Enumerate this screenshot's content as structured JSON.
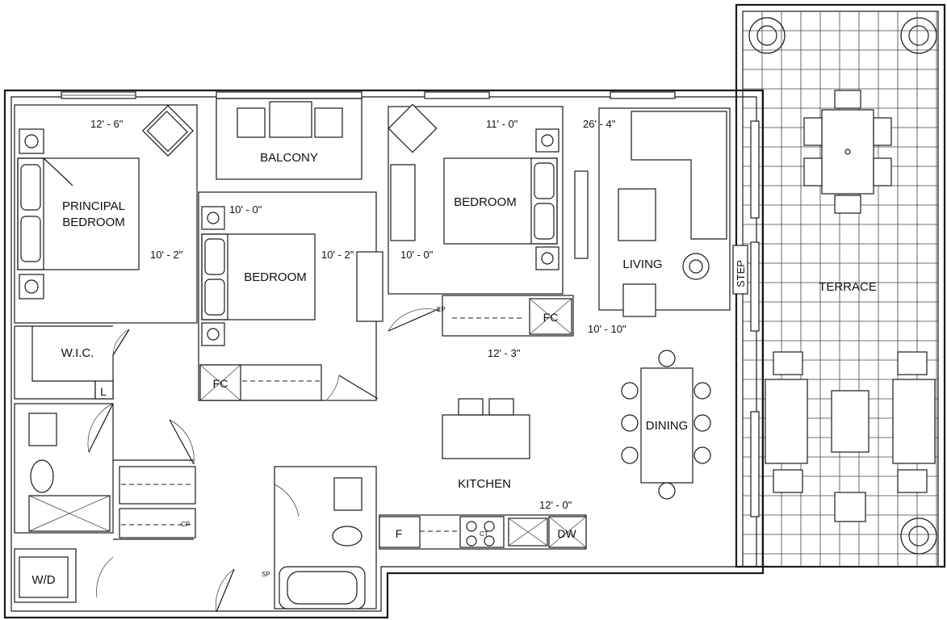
{
  "rooms": {
    "principal_bedroom_line1": "PRINCIPAL",
    "principal_bedroom_line2": "BEDROOM",
    "balcony": "BALCONY",
    "bedroom_mid": "BEDROOM",
    "bedroom_top": "BEDROOM",
    "living": "LIVING",
    "terrace": "TERRACE",
    "dining": "DINING",
    "kitchen": "KITCHEN",
    "wic": "W.I.C.",
    "wd": "W/D",
    "step": "STEP"
  },
  "dimensions": {
    "principal_width": "12' - 6\"",
    "principal_depth": "10' - 2\"",
    "bedroom_mid_width": "10' - 0\"",
    "bedroom_mid_depth": "10' - 2\"",
    "bedroom_top_width": "11' - 0\"",
    "bedroom_top_depth": "10' - 0\"",
    "bedroom_top_closet": "12' - 3\"",
    "living_width": "26' - 4\"",
    "living_depth": "10' - 10\"",
    "kitchen_width": "12' - 0\""
  },
  "fixtures": {
    "fc_mid": "FC",
    "fc_top": "FC",
    "fridge": "F",
    "dishwasher": "DW",
    "cooktop": "CT",
    "linen": "L",
    "ep": "EP",
    "cp": "CP",
    "sp": "SP"
  },
  "colors": {
    "line": "#1a1a1a",
    "background": "#ffffff"
  }
}
